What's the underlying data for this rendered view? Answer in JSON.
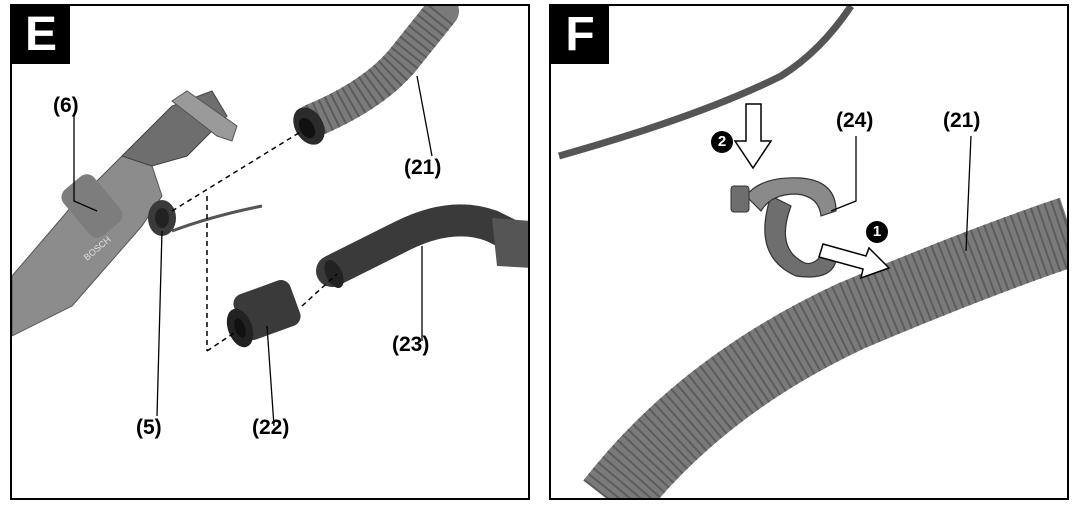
{
  "panel_e": {
    "letter": "E",
    "labels": {
      "part_6": "(6)",
      "part_21": "(21)",
      "part_23": "(23)",
      "part_5": "(5)",
      "part_22": "(22)"
    },
    "brand_mark": "BOSCH"
  },
  "panel_f": {
    "letter": "F",
    "labels": {
      "part_24": "(24)",
      "part_21": "(21)"
    },
    "steps": {
      "step_1": "1",
      "step_2": "2"
    }
  },
  "colors": {
    "tool_gray": "#8c8c8c",
    "dark_gray": "#3a3a3a",
    "hose_gray": "#7a7a7a",
    "line_black": "#000000"
  }
}
